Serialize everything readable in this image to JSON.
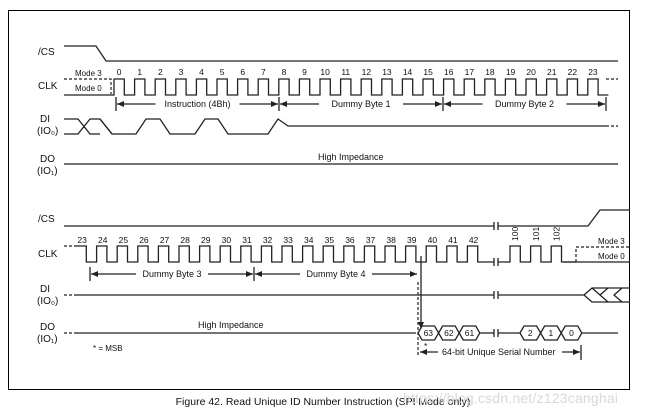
{
  "figure": {
    "caption": "Figure 42. Read Unique ID Number Instruction (SPI Mode only)",
    "watermark": "https://blog.csdn.net/z123canghai"
  },
  "signals": {
    "cs": "/CS",
    "clk": "CLK",
    "di": "DI",
    "di_sub": "(IO₀)",
    "do": "DO",
    "do_sub": "(IO₁)"
  },
  "modes": {
    "mode3": "Mode 3",
    "mode0": "Mode 0"
  },
  "top": {
    "clock_ticks": [
      "0",
      "1",
      "2",
      "3",
      "4",
      "5",
      "6",
      "7",
      "8",
      "9",
      "10",
      "11",
      "12",
      "13",
      "14",
      "15",
      "16",
      "17",
      "18",
      "19",
      "20",
      "21",
      "22",
      "23"
    ],
    "spans": [
      {
        "label": "Instruction (4Bh)"
      },
      {
        "label": "Dummy Byte 1"
      },
      {
        "label": "Dummy Byte 2"
      }
    ],
    "do_state": "High Impedance"
  },
  "bottom": {
    "clock_ticks": [
      "23",
      "24",
      "25",
      "26",
      "27",
      "28",
      "29",
      "30",
      "31",
      "32",
      "33",
      "34",
      "35",
      "36",
      "37",
      "38",
      "39",
      "40",
      "41",
      "42"
    ],
    "clock_ticks_after_break": [
      "100",
      "101",
      "102"
    ],
    "spans": [
      {
        "label": "Dummy Byte 3"
      },
      {
        "label": "Dummy Byte 4"
      }
    ],
    "do_state": "High Impedance",
    "data_bits_start": [
      "63",
      "62",
      "61"
    ],
    "data_bits_end": [
      "2",
      "1",
      "0"
    ],
    "serial_label": "64-bit Unique Serial Number",
    "msb_marker": "*",
    "legend": "* = MSB"
  },
  "colors": {
    "line": "#222222",
    "text": "#111111",
    "watermark": "#d8d8d8"
  }
}
